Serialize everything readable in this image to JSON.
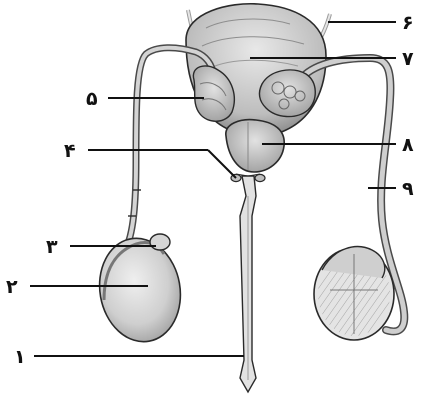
{
  "labels": [
    {
      "id": "1",
      "text": "۱"
    },
    {
      "id": "2",
      "text": "۲"
    },
    {
      "id": "3",
      "text": "۳"
    },
    {
      "id": "4",
      "text": "۴"
    },
    {
      "id": "5",
      "text": "۵"
    },
    {
      "id": "6",
      "text": "۶"
    },
    {
      "id": "7",
      "text": "۷"
    },
    {
      "id": "8",
      "text": "۸"
    },
    {
      "id": "9",
      "text": "۹"
    }
  ],
  "colors": {
    "tissue_fill": "#d2d2d2",
    "tissue_light": "#e6e6e6",
    "tissue_dark": "#9a9a9a",
    "outline": "#2a2a2a",
    "duct": "#bdbdbd",
    "leader": "#111111"
  }
}
